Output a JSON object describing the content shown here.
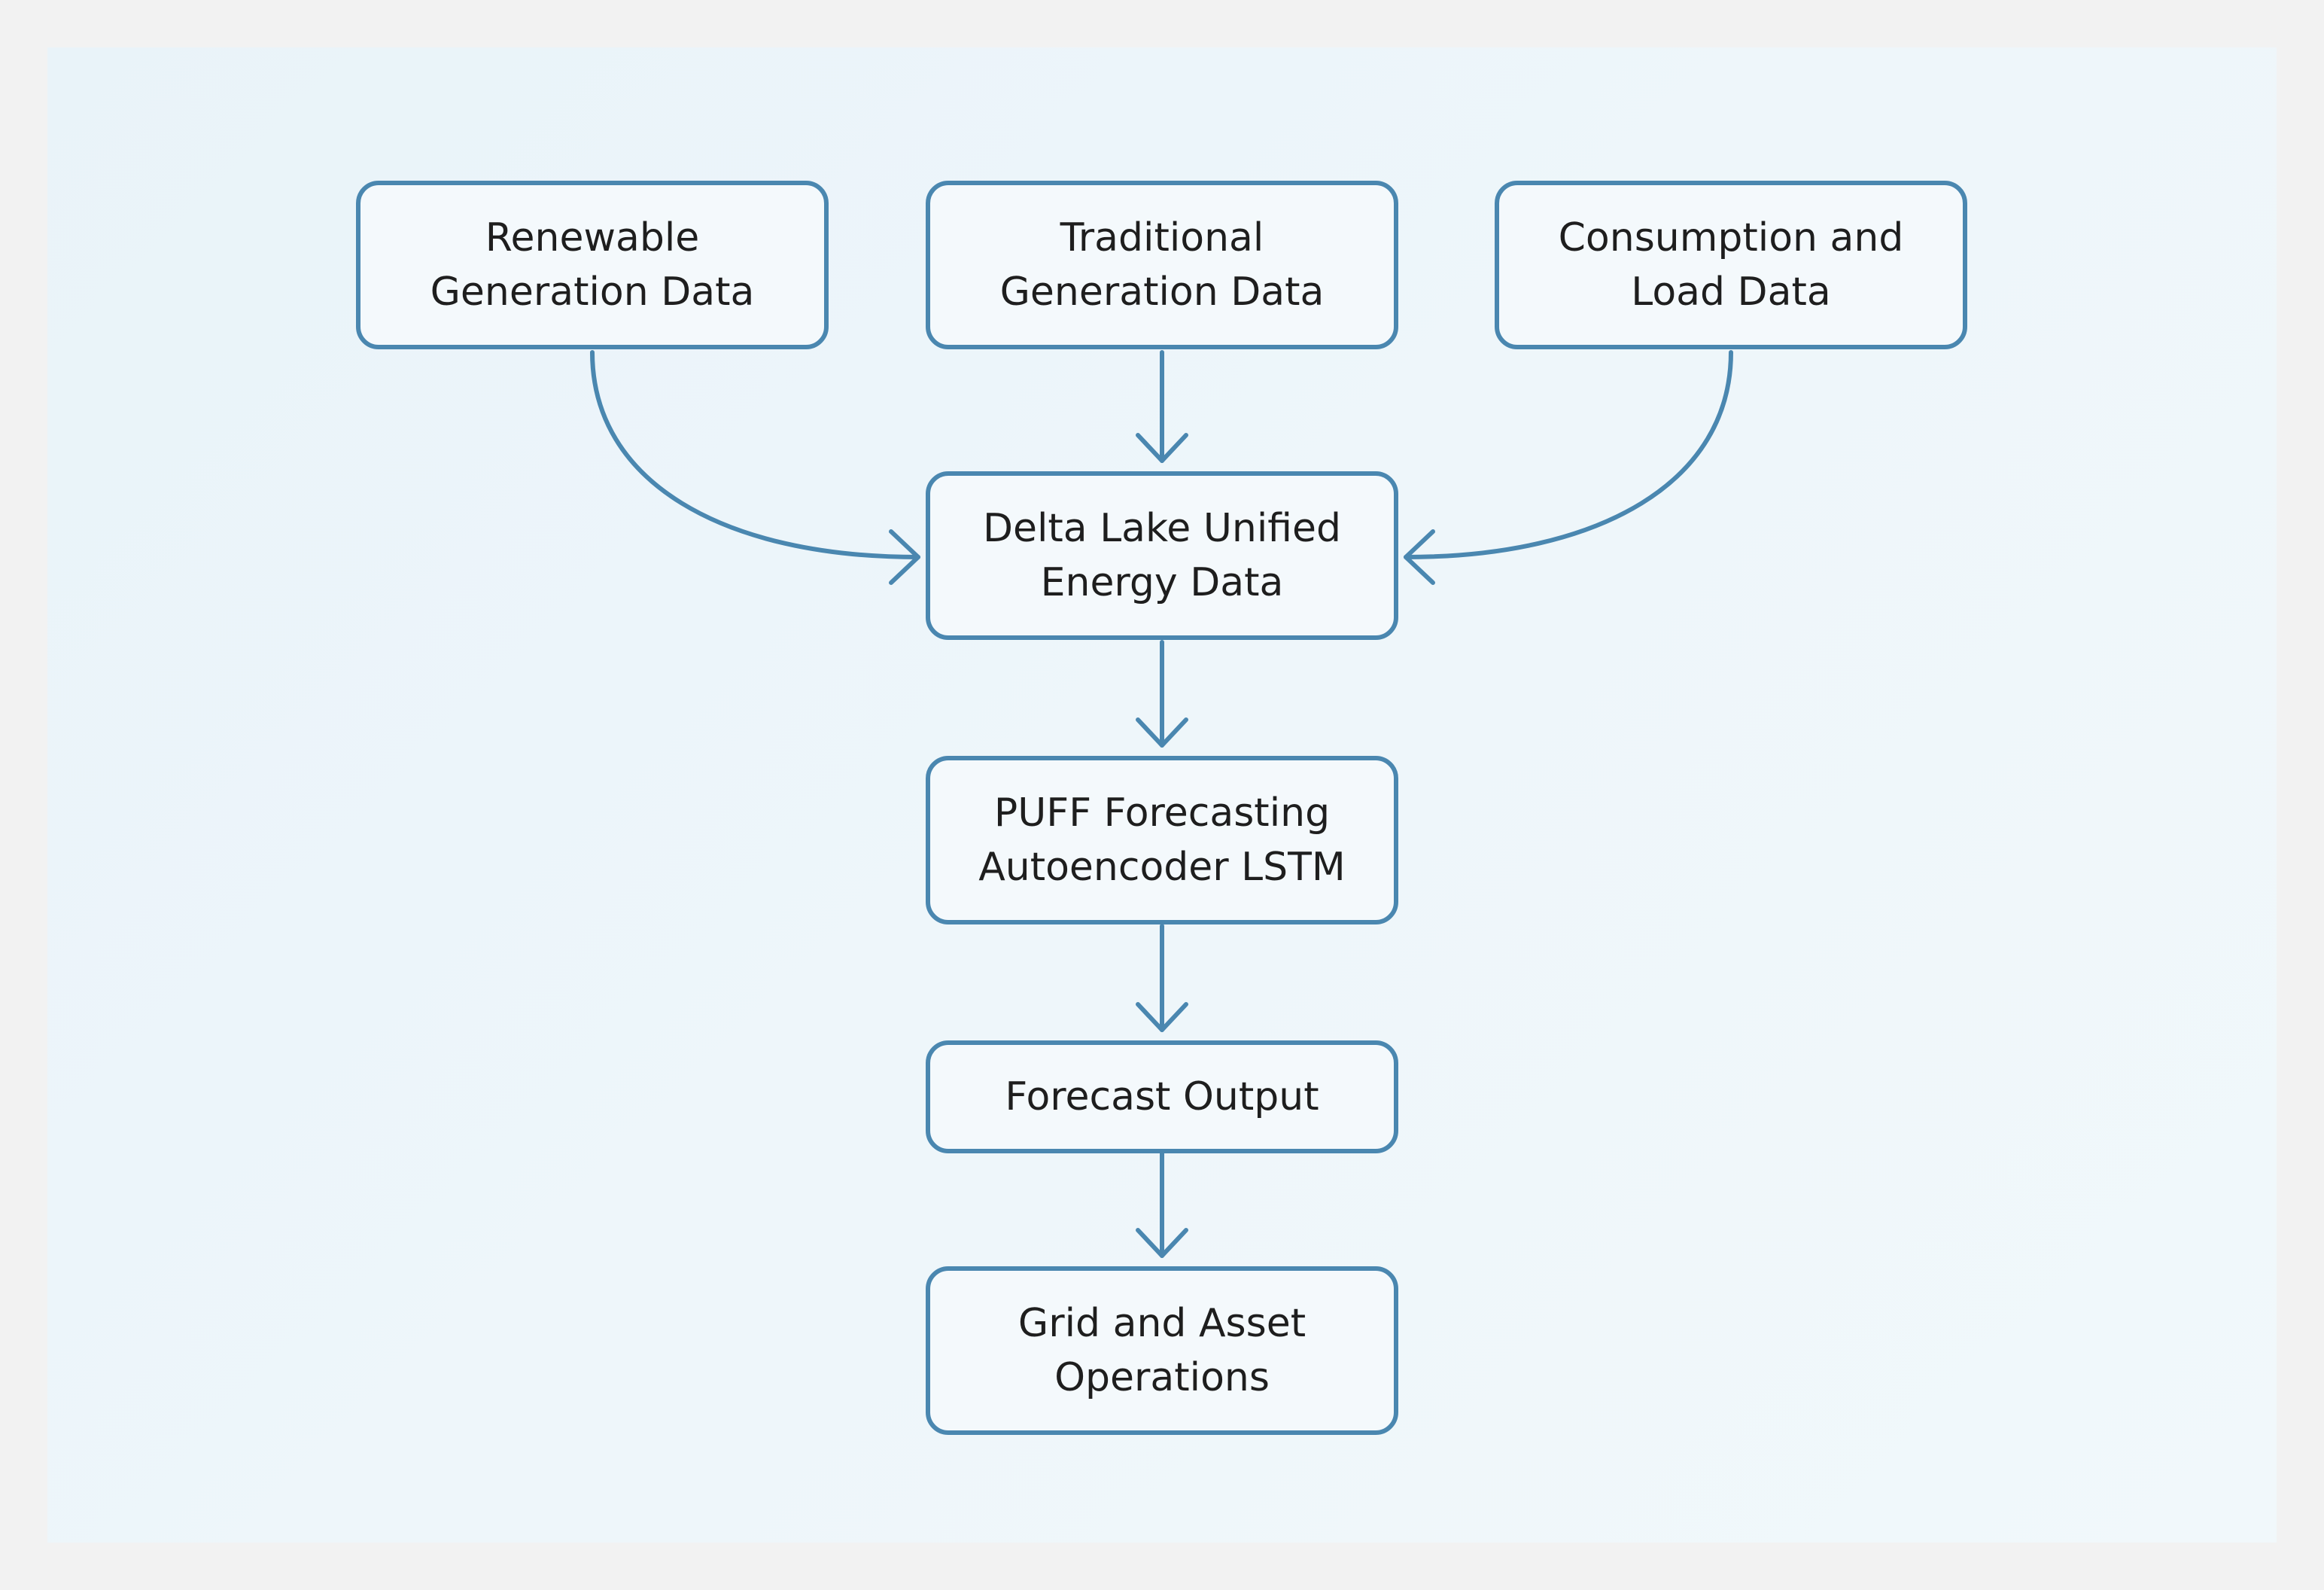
{
  "diagram": {
    "nodes": [
      {
        "id": "renewable",
        "lines": [
          "Renewable",
          "Generation Data"
        ]
      },
      {
        "id": "traditional",
        "lines": [
          "Traditional",
          "Generation Data"
        ]
      },
      {
        "id": "consumption",
        "lines": [
          "Consumption and",
          "Load Data"
        ]
      },
      {
        "id": "delta",
        "lines": [
          "Delta Lake Unified",
          "Energy Data"
        ]
      },
      {
        "id": "puff",
        "lines": [
          "PUFF Forecasting",
          "Autoencoder LSTM"
        ]
      },
      {
        "id": "forecast",
        "lines": [
          "Forecast Output"
        ]
      },
      {
        "id": "grid",
        "lines": [
          "Grid and Asset",
          "Operations"
        ]
      }
    ],
    "edges": [
      {
        "from": "renewable",
        "to": "delta"
      },
      {
        "from": "traditional",
        "to": "delta"
      },
      {
        "from": "consumption",
        "to": "delta"
      },
      {
        "from": "delta",
        "to": "puff"
      },
      {
        "from": "puff",
        "to": "forecast"
      },
      {
        "from": "forecast",
        "to": "grid"
      }
    ],
    "colors": {
      "stroke": "#4a87b0",
      "node_fill": "#f4f9fc",
      "text": "#1e1e1e",
      "background": "#edf5fa"
    }
  }
}
